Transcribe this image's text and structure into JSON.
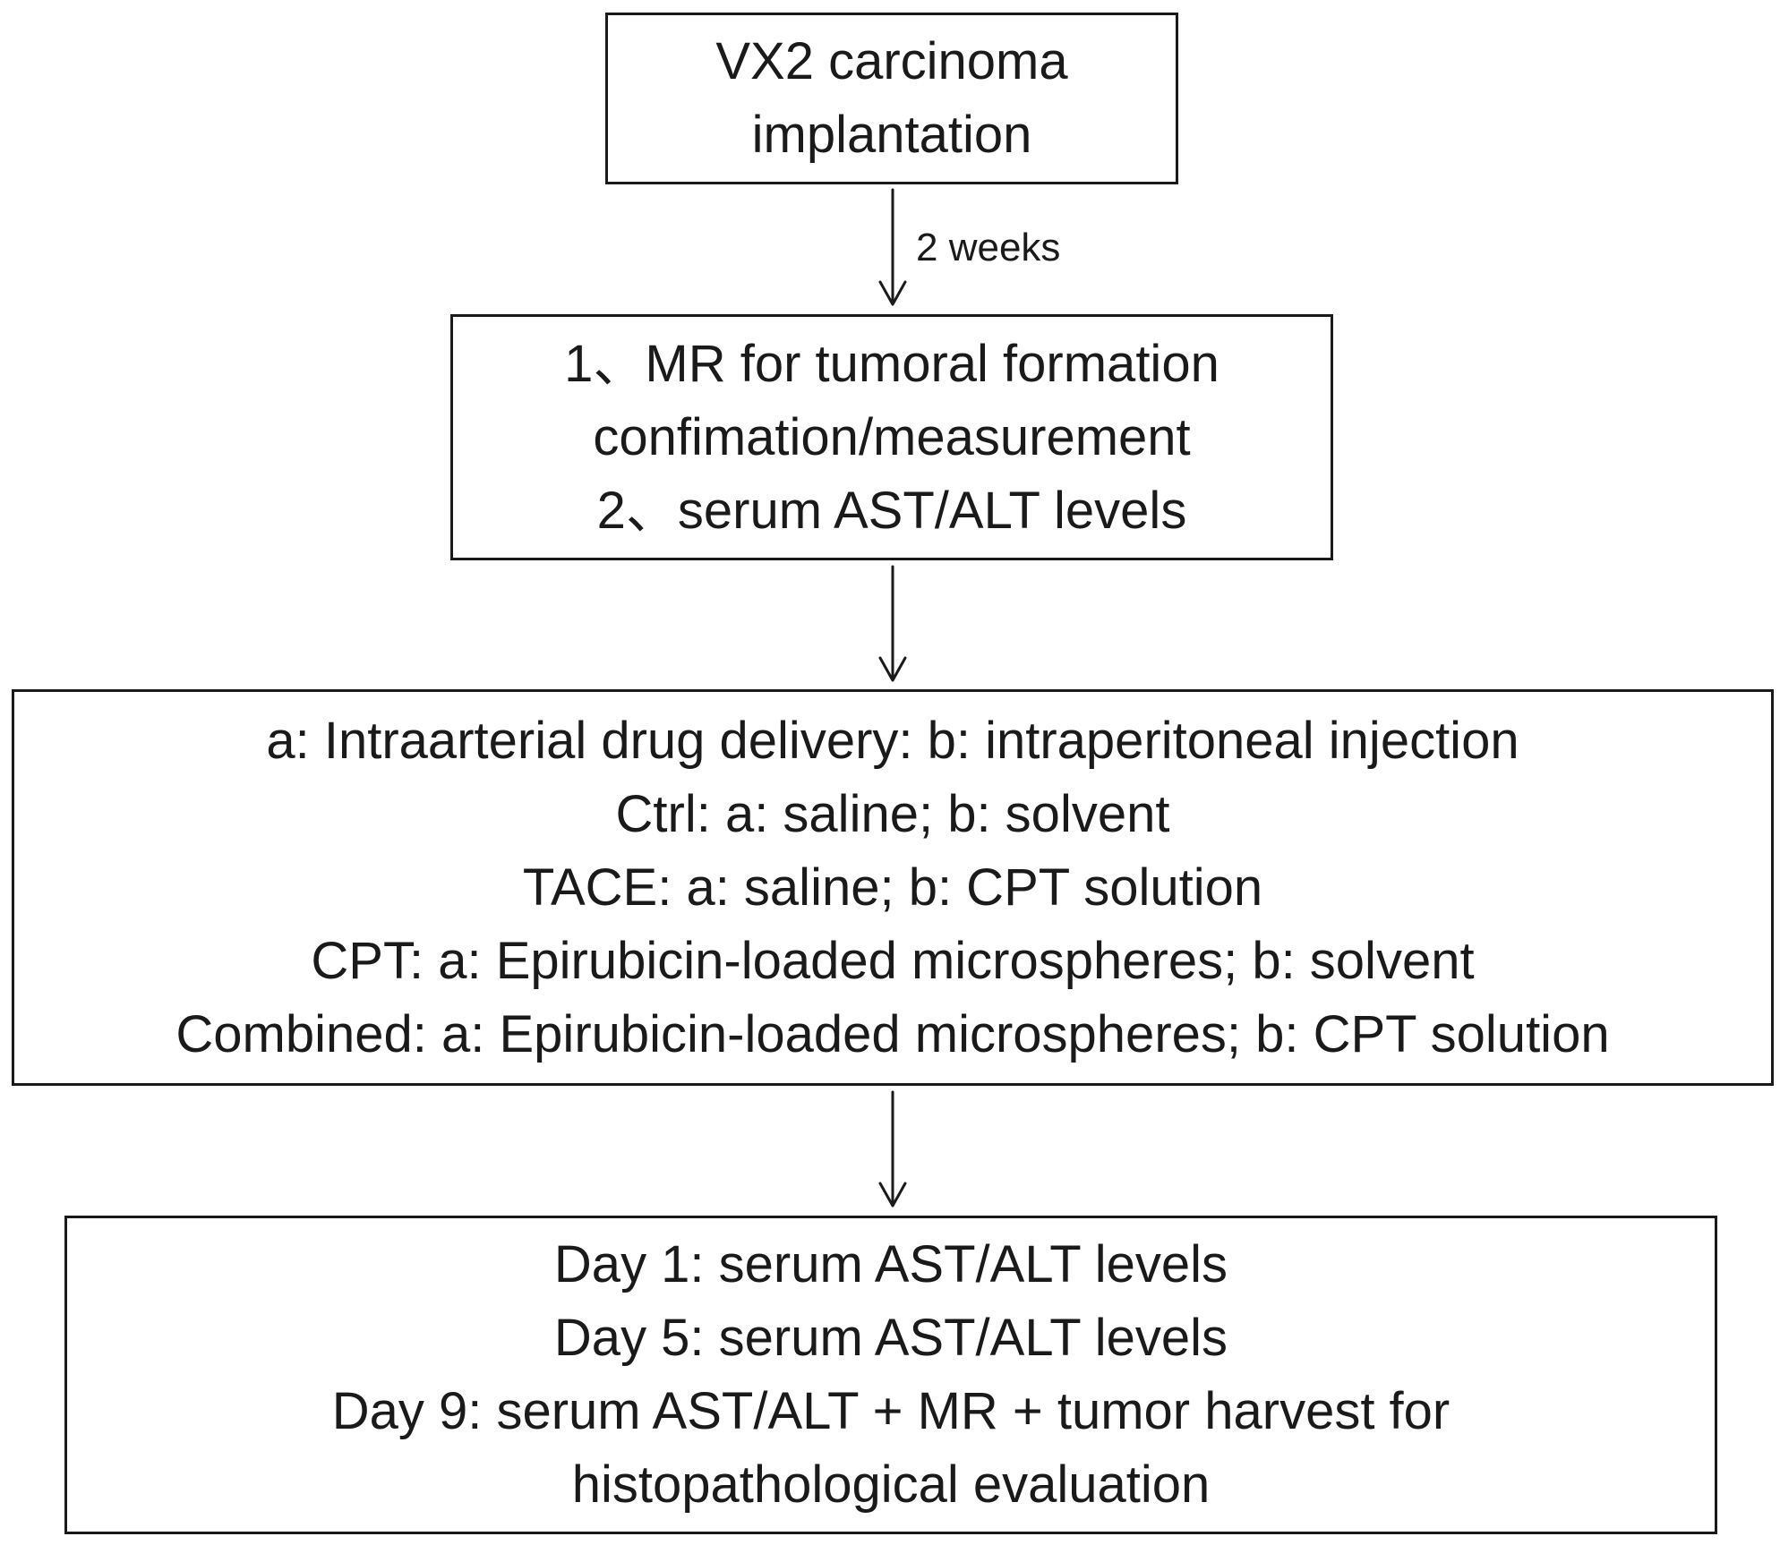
{
  "nodes": [
    {
      "id": "implantation",
      "lines": [
        "VX2 carcinoma",
        "implantation"
      ]
    },
    {
      "id": "baseline",
      "lines": [
        "1、MR for tumoral formation",
        "confimation/measurement",
        "2、serum AST/ALT levels"
      ]
    },
    {
      "id": "treatment",
      "lines": [
        "a: Intraarterial drug delivery: b: intraperitoneal injection",
        "Ctrl: a: saline; b: solvent",
        "TACE: a: saline; b: CPT solution",
        "CPT: a: Epirubicin-loaded microspheres; b: solvent",
        "Combined: a: Epirubicin-loaded microspheres; b: CPT solution"
      ]
    },
    {
      "id": "followup",
      "lines": [
        "Day 1: serum AST/ALT levels",
        "Day 5: serum AST/ALT levels",
        "Day 9: serum AST/ALT + MR + tumor harvest for",
        "histopathological evaluation"
      ]
    }
  ],
  "edges": [
    {
      "from": "implantation",
      "to": "baseline",
      "label": "2 weeks"
    },
    {
      "from": "baseline",
      "to": "treatment",
      "label": ""
    },
    {
      "from": "treatment",
      "to": "followup",
      "label": ""
    }
  ]
}
